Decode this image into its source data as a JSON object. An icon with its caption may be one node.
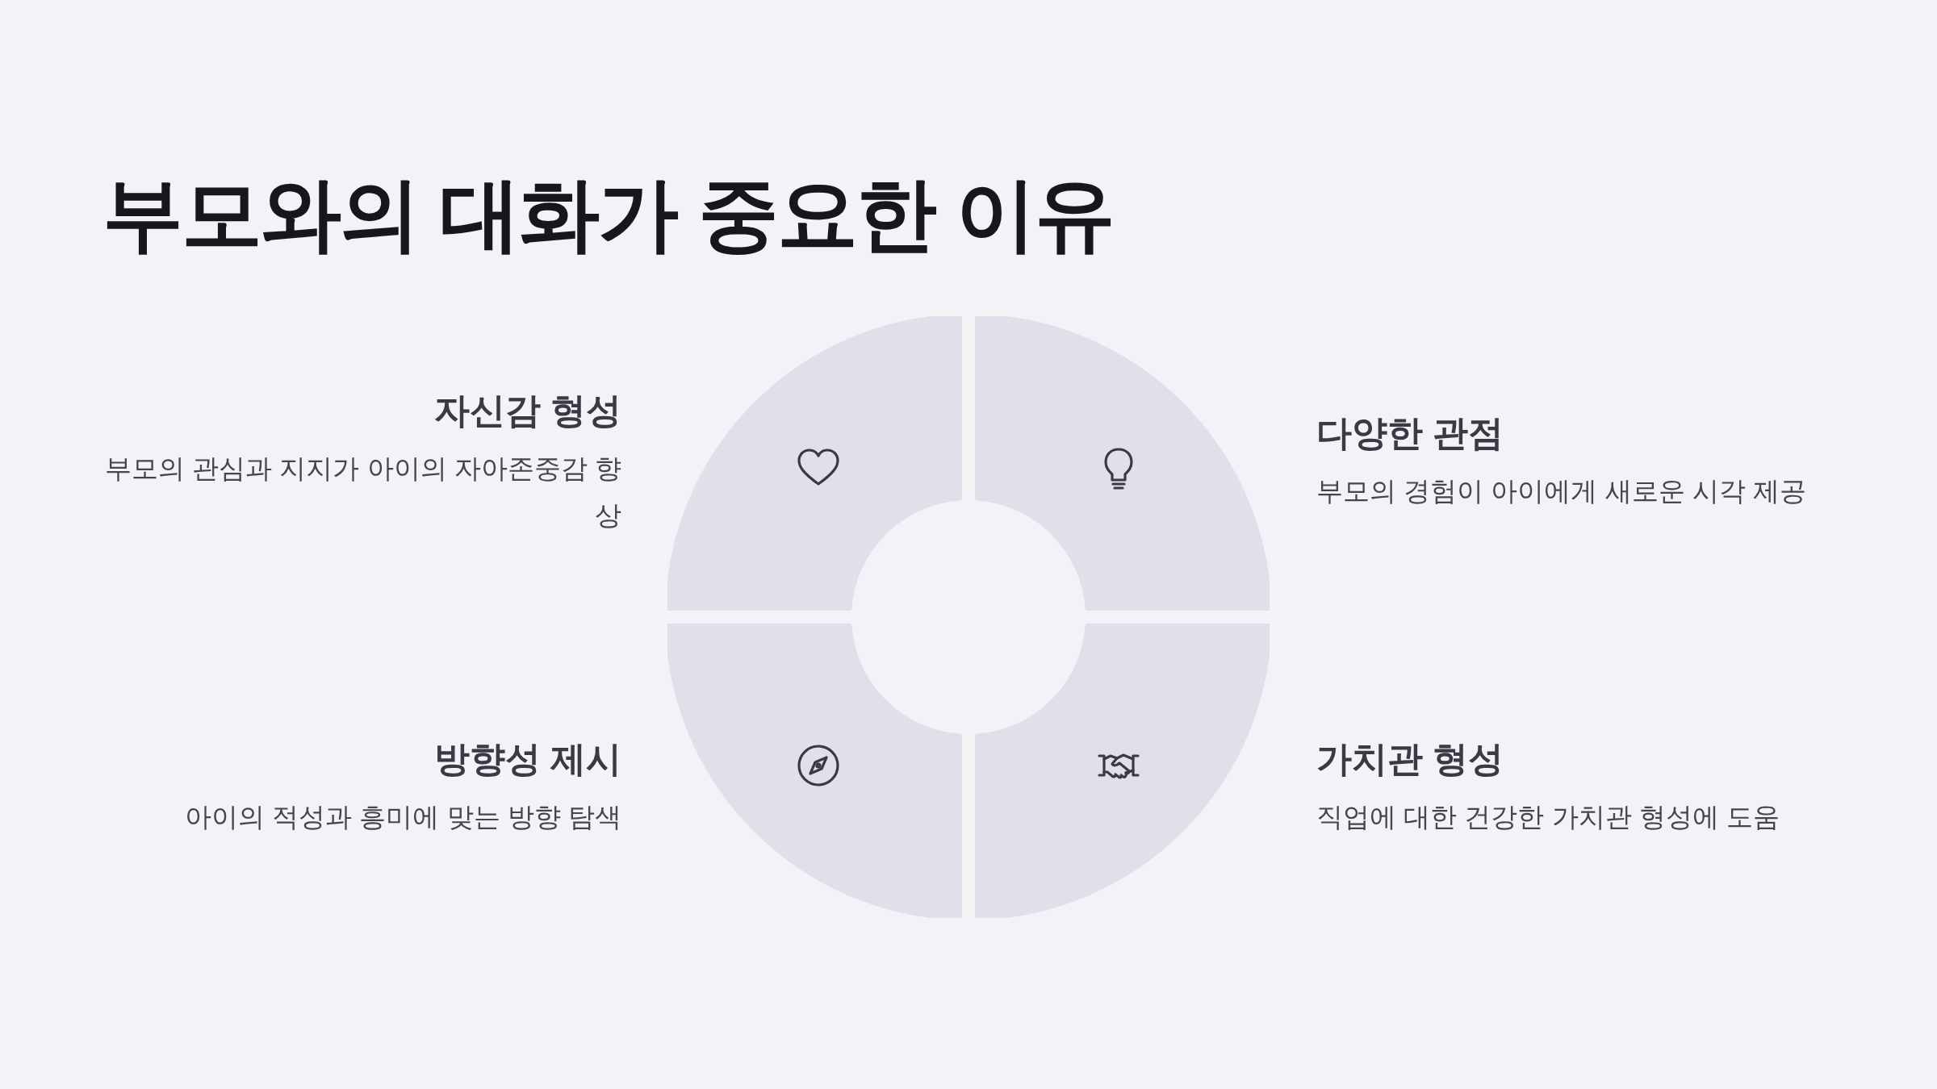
{
  "diagram": {
    "title": "부모와의 대화가 중요한 이유",
    "nodes": [
      {
        "text": [
          "자신감 형성",
          "부모의 관심과 지지가 아이의 자아존중감 향상"
        ]
      },
      {
        "text": [
          "다양한 관점",
          "부모의 경험이 아이에게 새로운 시각 제공"
        ]
      },
      {
        "text": [
          "방향성 제시",
          "아이의 적성과 흥미에 맞는 방향 탐색"
        ]
      },
      {
        "text": [
          "가치관 형성",
          "직업에 대한 건강한 가치관 형성에 도움"
        ]
      }
    ]
  }
}
